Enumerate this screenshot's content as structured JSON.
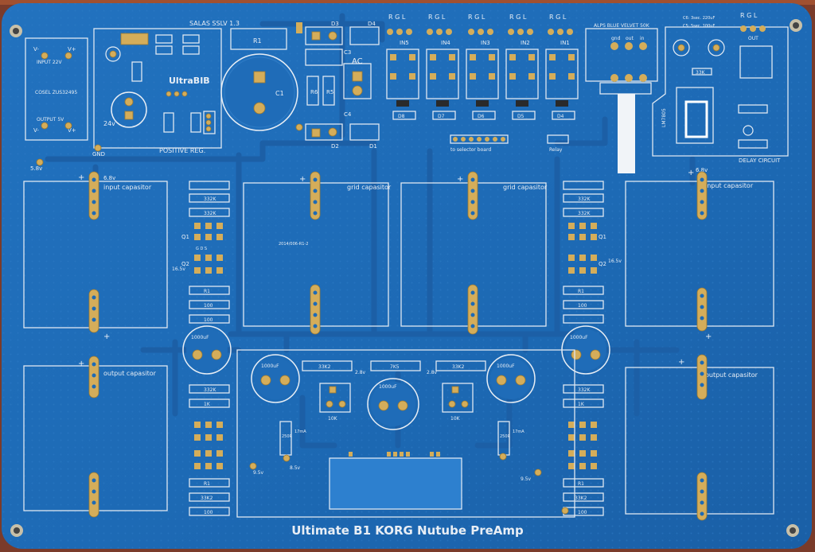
{
  "board": {
    "title": "Ultimate B1 KORG Nutube PreAmp",
    "colors": {
      "background": "#7a3b2a",
      "board": "#1d6ab5",
      "board_dark": "#17589a",
      "pad": "#d4ad5a",
      "silkscreen": "#e8eef5"
    }
  },
  "labels": {
    "input22v": "INPUT 22V",
    "cosel": "COSEL ZUS32495",
    "output5v": "OUTPUT 5V",
    "vplus_top": "V+",
    "vminus_top": "V-",
    "vplus_bot": "V+",
    "vminus_bot": "V-",
    "salas": "SALAS SSLV 1.3",
    "ultra": "UltraBIB",
    "positive_reg": "POSITIVE REG.",
    "r1": "R1",
    "c1": "C1",
    "d3": "D3",
    "d4": "D4",
    "d1": "D1",
    "d2": "D2",
    "c3": "C3",
    "c4": "C4",
    "ac": "AC",
    "r5": "R5",
    "r6": "R6",
    "v24": "24v",
    "gnd": "GND",
    "v58_top": "5.8v",
    "v68_left": "6.8v",
    "v68_right": "6.8v",
    "alps": "ALPS BLUE VELVET 50K",
    "alps_out": "out",
    "alps_gnd": "gnd",
    "alps_in": "in",
    "rgl": "R G L",
    "in5": "IN5",
    "in4": "IN4",
    "in3": "IN3",
    "in2": "IN2",
    "in1": "IN1",
    "selector": "to selector board",
    "relay_d8": "D8",
    "relay_d7": "D7",
    "relay_d6": "D6",
    "relay_d5": "D5",
    "relay_d4": "D4",
    "relay": "Relay",
    "out_rgl": "R G L",
    "out": "OUT",
    "delay_circuit": "DELAY CIRCUIT",
    "c6_note": "C6: 3sec. 220uF",
    "c5_note": "C5: 5sec. 100uF",
    "k33": "33K",
    "lm7805": "LM7805",
    "input_capasitor": "input capasitor",
    "output_capasitor": "output capasitor",
    "grid_capasitor": "grid capasitor",
    "res_332k": "332K",
    "res_1k": "1K",
    "res_100": "100",
    "res_r1": "R1",
    "res_33k2": "33K2",
    "gds": "G D S",
    "q1": "Q1",
    "q2": "Q2",
    "cap_1000uf": "1000uF",
    "v165": "16.5v",
    "v28": "2.8v",
    "v95": "9.5v",
    "v85": "8.5v",
    "ma17": "17mA",
    "ohm250": "250R",
    "k10": "10K",
    "k7k5": "7K5",
    "part_code": "2014/006-R1-2"
  }
}
